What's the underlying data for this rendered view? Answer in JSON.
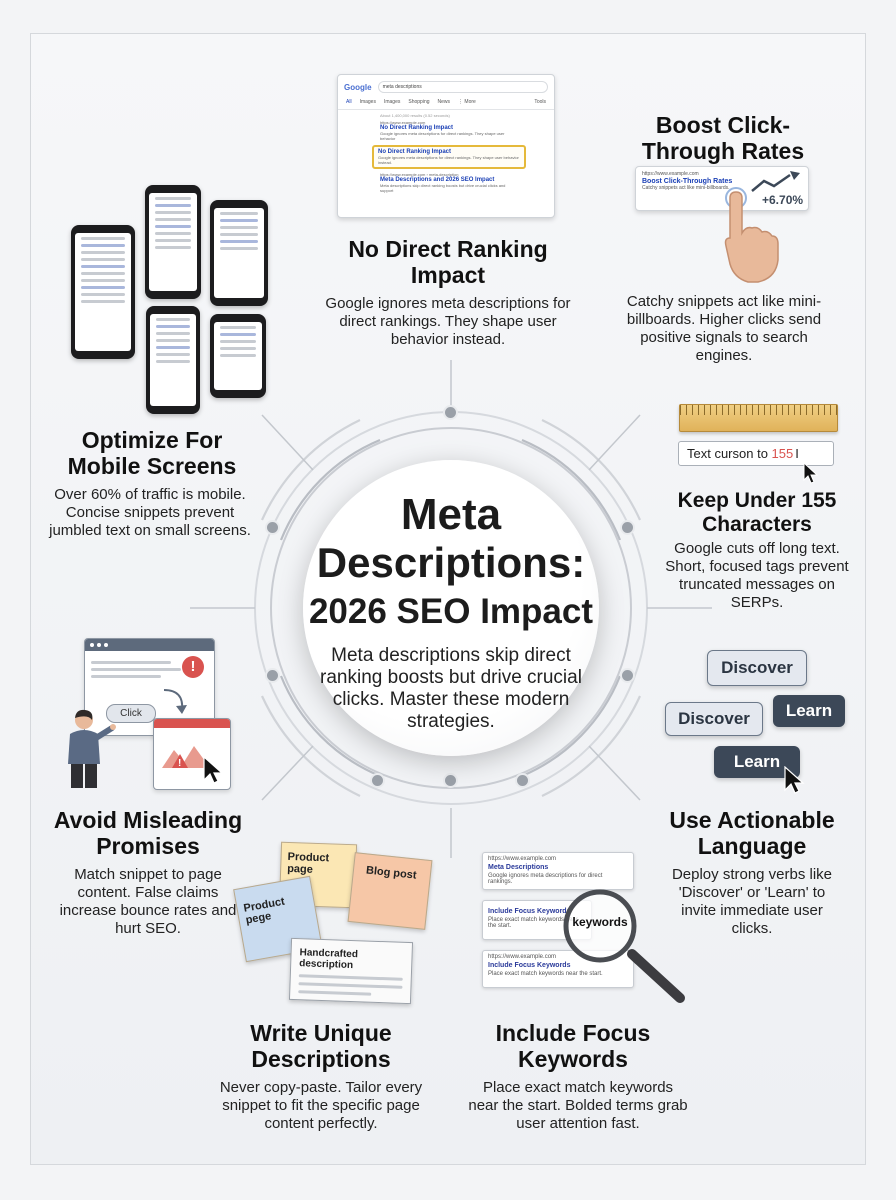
{
  "center": {
    "title_line1": "Meta",
    "title_line2": "Descriptions:",
    "title_line3": "2026 SEO Impact",
    "body": "Meta descriptions skip direct ranking boosts but drive crucial clicks. Master these modern strategies."
  },
  "sections": {
    "no_direct": {
      "heading": "No Direct Ranking Impact",
      "body": "Google ignores meta descriptions for direct rankings. They shape user behavior instead."
    },
    "boost": {
      "heading": "Boost Click-Through Rates",
      "body": "Catchy snippets act like mini-billboards. Higher clicks send positive signals to search engines."
    },
    "mobile": {
      "heading": "Optimize For Mobile Screens",
      "body": "Over 60% of traffic is mobile. Concise snippets prevent jumbled text on small screens."
    },
    "under155": {
      "heading": "Keep Under 155 Characters",
      "body": "Google cuts off long text. Short, focused tags prevent truncated messages on SERPs."
    },
    "misleading": {
      "heading": "Avoid Misleading Promises",
      "body": "Match snippet to page content. False claims increase bounce rates and hurt SEO."
    },
    "actionable": {
      "heading": "Use Actionable Language",
      "body": "Deploy strong verbs like 'Discover' or 'Learn' to invite immediate user clicks."
    },
    "unique": {
      "heading": "Write Unique Descriptions",
      "body": "Never copy-paste. Tailor every snippet to fit the specific page content perfectly."
    },
    "keywords": {
      "heading": "Include Focus Keywords",
      "body": "Place exact match keywords near the start. Bolded terms grab user attention fast."
    }
  },
  "serp": {
    "logo": "Google",
    "query": "meta descriptions",
    "tabs": [
      "All",
      "Images",
      "Images",
      "Shopping",
      "News",
      "⋮ More",
      "Tools"
    ],
    "result_count": "About 1,400,000 results (0.52 seconds)",
    "r1_url": "https://www.example.com",
    "r1_title": "No Direct Ranking Impact",
    "r1_snippet": "Google ignores meta descriptions for direct rankings. They shape user behavior",
    "r2_title": "No Direct Ranking Impact",
    "r2_snippet": "Google ignores meta descriptions for direct rankings. They shape user behavior instead.",
    "r3_url": "https://www.example.com › meta-description",
    "r3_title": "Meta Descriptions and 2026 SEO Impact",
    "r3_snippet": "Meta descriptions skip direct ranking boosts but drive crucial clicks and support"
  },
  "boost_card": {
    "url": "https://www.example.com",
    "title": "Boost Click-Through Rates",
    "snippet": "Catchy snippets act like mini-billboards.",
    "metric": "+6.70%"
  },
  "ruler": {
    "input_text": "Text curson to ",
    "input_limit": "155",
    "cursor": "I"
  },
  "buttons": {
    "discover1": "Discover",
    "discover2": "Discover",
    "learn1": "Learn",
    "learn2": "Learn"
  },
  "misleading_art": {
    "click_label": "Click",
    "alert": "!"
  },
  "notes": {
    "product1": "Product page",
    "blog": "Blog post",
    "product2": "Product pege",
    "handcrafted": "Handcrafted description"
  },
  "keyword_cards": {
    "c1_url": "https://www.example.com",
    "c1_title": "Meta Descriptions",
    "c1_snippet": "Google ignores meta descriptions for direct rankings.",
    "c2_title": "Include Focus Keywords",
    "c2_snippet": "Place exact match keywords near the start.",
    "c3_url": "https://www.example.com",
    "c3_title": "Include Focus Keywords",
    "c3_snippet": "Place exact match keywords near the start.",
    "magnifier": "keywords"
  },
  "colors": {
    "accent_blue": "#1a3fb5",
    "highlight": "#e5b93a",
    "red": "#d9534f",
    "button_light": "#e4e8ef",
    "button_dark": "#3c4858"
  }
}
